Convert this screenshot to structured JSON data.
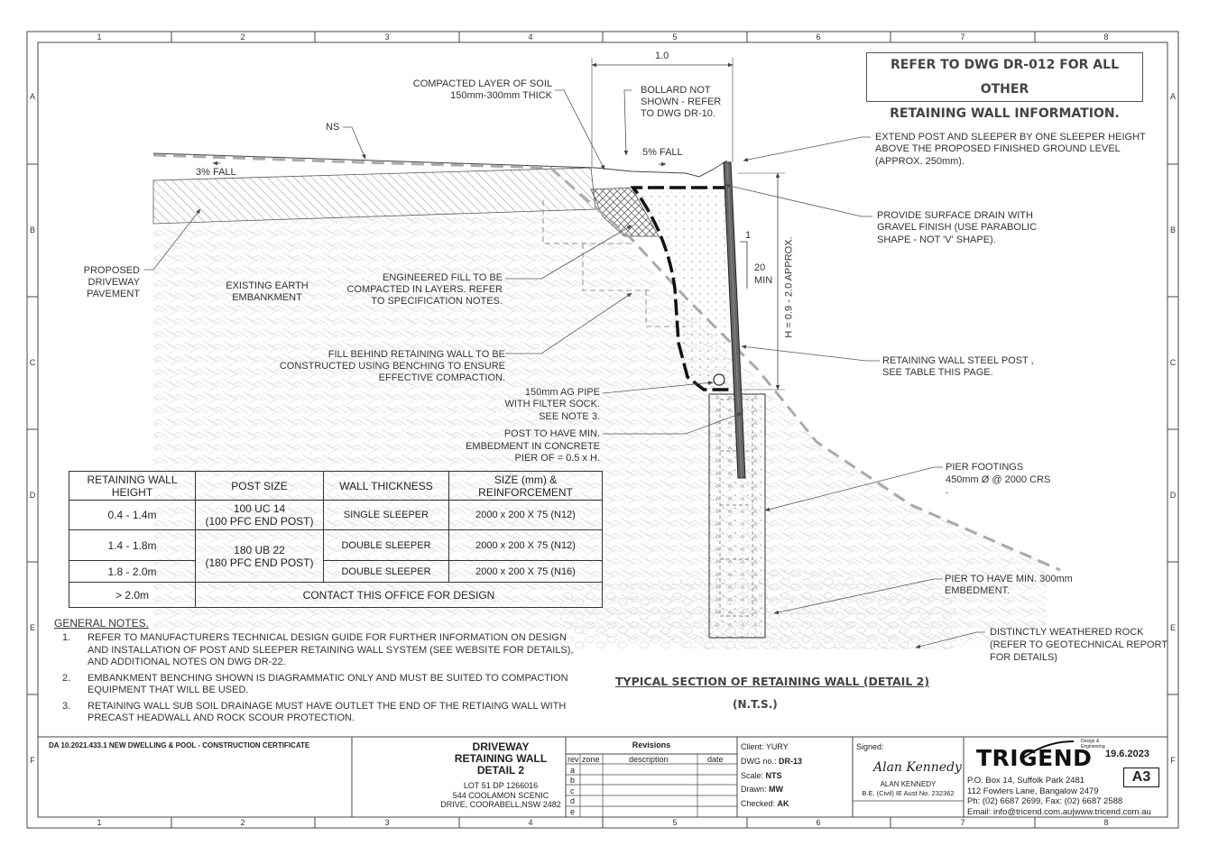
{
  "grid": {
    "columns": [
      "1",
      "2",
      "3",
      "4",
      "5",
      "6",
      "7",
      "8"
    ],
    "rows": [
      "A",
      "B",
      "C",
      "D",
      "E",
      "F"
    ]
  },
  "reference_box": {
    "line1": "REFER TO DWG DR-012 FOR ALL OTHER",
    "line2": "RETAINING WALL INFORMATION."
  },
  "labels": {
    "dim_width": "1.0",
    "compacted_1": "COMPACTED LAYER OF SOIL",
    "compacted_2": "150mm-300mm THICK",
    "bollard_1": "BOLLARD NOT",
    "bollard_2": "SHOWN - REFER",
    "bollard_3": "TO DWG DR-10.",
    "ns": "NS",
    "fall_5": "5% FALL",
    "fall_3": "3% FALL",
    "extend_1": "EXTEND POST AND SLEEPER BY ONE SLEEPER HEIGHT",
    "extend_2": "ABOVE THE PROPOSED FINISHED GROUND LEVEL",
    "extend_3": "(APPROX. 250mm).",
    "drain_1": "PROVIDE SURFACE DRAIN WITH",
    "drain_2": "GRAVEL FINISH (USE PARABOLIC",
    "drain_3": "SHAPE - NOT 'V' SHAPE).",
    "pavement_1": "PROPOSED",
    "pavement_2": "DRIVEWAY",
    "pavement_3": "PAVEMENT",
    "embank_1": "EXISTING EARTH",
    "embank_2": "EMBANKMENT",
    "fill_1": "ENGINEERED FILL TO BE",
    "fill_2": "COMPACTED IN LAYERS. REFER",
    "fill_3": "TO SPECIFICATION NOTES.",
    "slope_1": "1",
    "slope_20": "20",
    "slope_min": "MIN",
    "height_dim": "H = 0.9 - 2.0 APPROX.",
    "bench_1": "FILL BEHIND RETAINING WALL TO BE",
    "bench_2": "CONSTRUCTED USING BENCHING TO ENSURE",
    "bench_3": "EFFECTIVE COMPACTION.",
    "post_1": "RETAINING WALL STEEL POST ,",
    "post_2": "SEE TABLE THIS PAGE.",
    "agpipe_1": "150mm AG PIPE",
    "agpipe_2": "WITH FILTER SOCK.",
    "agpipe_3": "SEE NOTE 3.",
    "embed_1": "POST TO HAVE MIN.",
    "embed_2": "EMBEDMENT IN CONCRETE",
    "embed_3": "PIER OF = 0.5 x H.",
    "pier_1": "PIER FOOTINGS",
    "pier_2": "450mm Ø @ 2000 CRS",
    "pier_3": ".",
    "pierembed_1": "PIER TO HAVE MIN.  300mm",
    "pierembed_2": "EMBEDMENT.",
    "rock_1": "DISTINCTLY WEATHERED ROCK",
    "rock_2": "(REFER TO GEOTECHNICAL REPORT",
    "rock_3": "FOR DETAILS)"
  },
  "table": {
    "headers": [
      "RETAINING WALL HEIGHT",
      "POST SIZE",
      "WALL THICKNESS",
      "SIZE (mm) & REINFORCEMENT"
    ],
    "row1": [
      "0.4 - 1.4m",
      "100 UC 14",
      "(100 PFC END POST)",
      "SINGLE SLEEPER",
      "2000 x 200 X 75 (N12)"
    ],
    "row2": [
      "1.4 - 1.8m",
      "180 UB 22",
      "(180 PFC END POST)",
      "DOUBLE SLEEPER",
      "2000 x 200 X 75 (N12)"
    ],
    "row3": [
      "1.8 - 2.0m",
      "DOUBLE SLEEPER",
      "2000 x 200 X 75 (N16)"
    ],
    "row4": [
      "> 2.0m",
      "CONTACT THIS OFFICE FOR DESIGN"
    ]
  },
  "notes": {
    "heading": "GENERAL NOTES.",
    "items": [
      {
        "num": "1.",
        "text": "REFER TO MANUFACTURERS  TECHNICAL DESIGN GUIDE FOR FURTHER INFORMATION ON DESIGN AND INSTALLATION OF POST AND SLEEPER RETAINING WALL SYSTEM (SEE WEBSITE FOR DETAILS), AND ADDITIONAL NOTES ON DWG DR-22."
      },
      {
        "num": "2.",
        "text": "EMBANKMENT BENCHING SHOWN IS DIAGRAMMATIC ONLY AND MUST BE SUITED TO COMPACTION EQUIPMENT THAT WILL BE USED."
      },
      {
        "num": "3.",
        "text": "RETAINING WALL SUB SOIL DRAINAGE MUST HAVE OUTLET THE END OF THE RETIAING WALL WITH PRECAST HEADWALL AND ROCK SCOUR PROTECTION."
      }
    ]
  },
  "detail_title": "TYPICAL SECTION OF  RETAINING WALL (DETAIL 2)",
  "detail_scale": "(N.T.S.)",
  "title_block": {
    "project": "DA 10.2021.433.1 NEW DWELLING & POOL - CONSTRUCTION CERTIFICATE",
    "dwg_title_1": "DRIVEWAY",
    "dwg_title_2": "RETAINING WALL",
    "dwg_title_3": "DETAIL 2",
    "address_1": "LOT 51 DP 1266016",
    "address_2": "544 COOLAMON SCENIC",
    "address_3": "DRIVE, COORABELL,NSW 2482",
    "revisions_title": "Revisions",
    "rev_headers": [
      "rev",
      "zone",
      "description",
      "date"
    ],
    "rev_rows": [
      "a",
      "b",
      "c",
      "d",
      "e"
    ],
    "client_label": "Client:",
    "client": "YURY",
    "dwgno_label": "DWG no.:",
    "dwgno": "DR-13",
    "scale_label": "Scale:",
    "scale": "NTS",
    "drawn_label": "Drawn:",
    "drawn": "MW",
    "checked_label": "Checked:",
    "checked": "AK",
    "signed_label": "Signed:",
    "signature": "Alan Kennedy",
    "engineer": "ALAN KENNEDY",
    "engineer_cred": "B.E. (Civil) IE Aust No. 232362",
    "logo": "TRIGEND",
    "logo_tag_1": "Design &",
    "logo_tag_2": "Engineering",
    "date": "19.6.2023",
    "sheet_size": "A3",
    "contact_1": "P.O. Box 14, Suffolk Park 2481",
    "contact_2": "112 Fowlers Lane, Bangalow 2479",
    "contact_3": "Ph: (02) 6687 2699, Fax: (02) 6687 2588",
    "contact_4": "Email: info@tricend.com.au|www.tricend.com.au"
  }
}
